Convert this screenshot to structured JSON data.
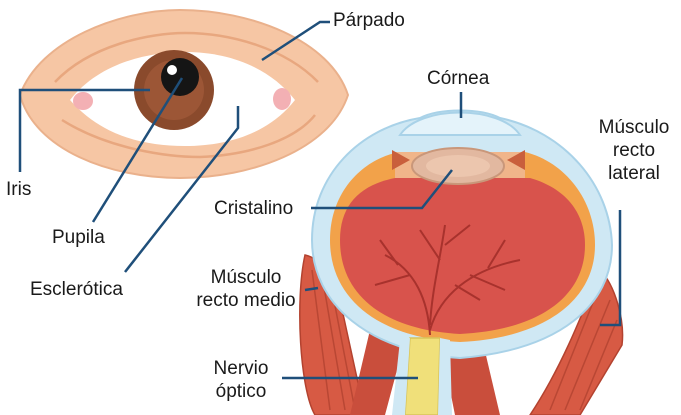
{
  "labels": {
    "parpado": "Párpado",
    "iris": "Iris",
    "pupila": "Pupila",
    "esclerotica": "Esclerótica",
    "cornea": "Córnea",
    "cristalino": "Cristalino",
    "musculo_recto_lateral": [
      "Músculo",
      "recto",
      "lateral"
    ],
    "musculo_recto_medio": [
      "Músculo",
      "recto medio"
    ],
    "nervio_optico": [
      "Nervio",
      "óptico"
    ]
  },
  "colors": {
    "eyelid": "#f6c6a4",
    "eyelid_outline": "#e8a77f",
    "sclera": "#ffffff",
    "iris": "#8a4a2c",
    "pupil": "#151515",
    "vitreous": "#d8534c",
    "cornea": "#cfe8f4",
    "lens": "#e2b8a0",
    "muscle": "#d75a44",
    "nerve": "#f0e07a",
    "leader_line": "#1f4f7a"
  }
}
